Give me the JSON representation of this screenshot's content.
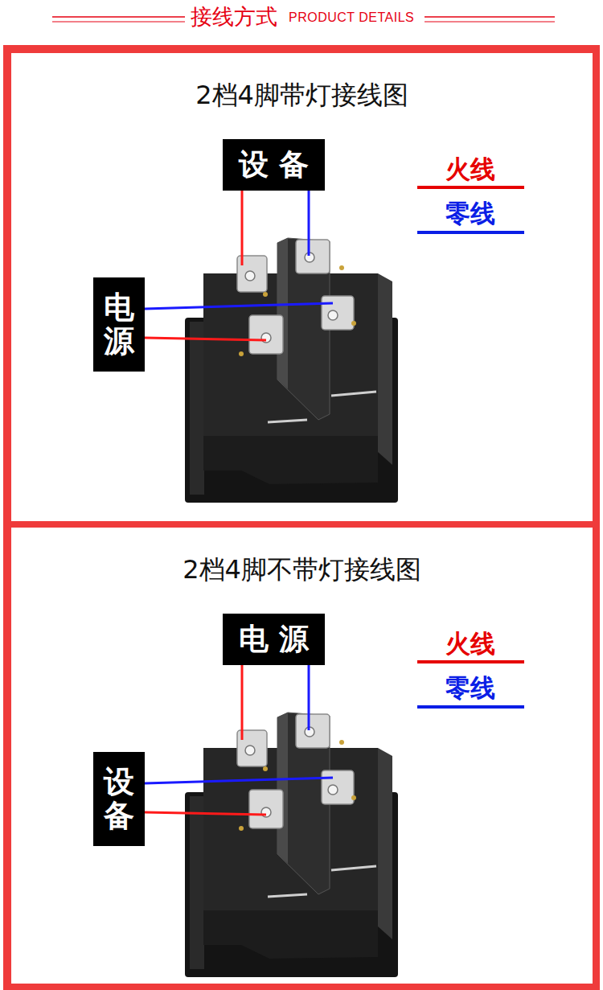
{
  "diagram": {
    "title": "接线方式",
    "nodes": [
      {
        "text": [
          "2档4脚带灯接线图"
        ]
      },
      {
        "text": [
          "设 备"
        ],
        "in": 0
      },
      {
        "text": [
          "电源"
        ],
        "in": 0
      },
      {
        "text": [
          "2档4脚不带灯接线图"
        ]
      },
      {
        "text": [
          "电 源"
        ],
        "in": 3
      },
      {
        "text": [
          "设备"
        ],
        "in": 3
      }
    ],
    "labels": [
      "PRODUCT DETAILS"
    ],
    "legend": [
      {
        "text": "火线",
        "color": "#e60000"
      },
      {
        "text": "零线",
        "color": "#0a1ee6"
      },
      {
        "text": "火线",
        "color": "#e60000"
      },
      {
        "text": "零线",
        "color": "#0a1ee6"
      }
    ]
  }
}
